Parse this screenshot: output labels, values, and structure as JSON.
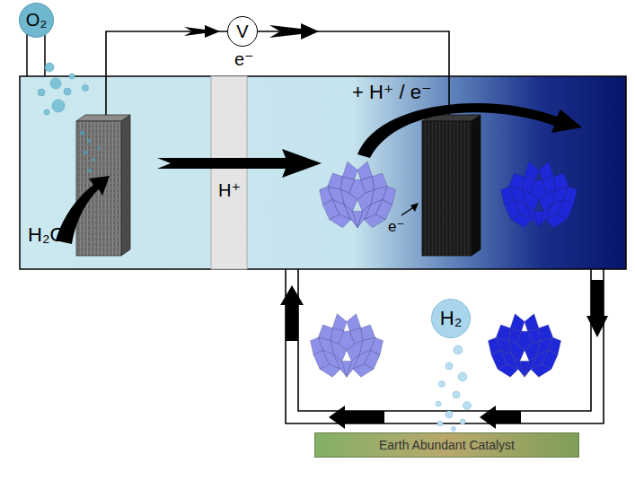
{
  "diagram": {
    "nodes": [
      {
        "text": [
          "O₂"
        ]
      },
      {
        "text": [
          "V"
        ]
      },
      {
        "text": [
          "H₂"
        ]
      },
      {
        "text": [
          "Earth Abundant Catalyst"
        ]
      }
    ],
    "labels": [
      "e⁻",
      "H₂O",
      "H⁺",
      "+ H⁺ / e⁻",
      "e⁻"
    ]
  }
}
